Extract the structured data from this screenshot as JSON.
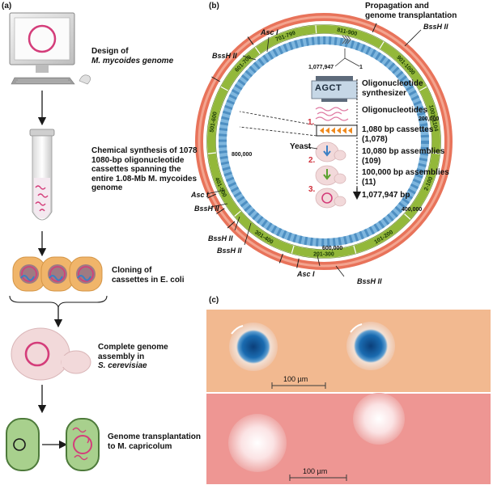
{
  "panels": {
    "a": "(a)",
    "b": "(b)",
    "c": "(c)"
  },
  "panel_a": {
    "step1": {
      "line1": "Design of",
      "line2": "M. mycoides genome"
    },
    "step2": {
      "line1": "Chemical synthesis of 1078",
      "line2": "1080-bp oligonucleotide",
      "line3": "cassettes spanning the",
      "line4": "entire 1.08-Mb M. mycoides",
      "line5": "genome"
    },
    "step3": {
      "line1": "Cloning of",
      "line2": "cassettes in E. coli"
    },
    "step4": {
      "line1": "Complete genome",
      "line2": "assembly in",
      "line3": "S. cerevisiae"
    },
    "step5": {
      "line1": "Genome transplantation",
      "line2": "to M. capricolum"
    }
  },
  "panel_b": {
    "top_title": {
      "line1": "Propagation and",
      "line2": "genome transplantation"
    },
    "enzymes": {
      "bssh_top_right": "BssH II",
      "asc_top_left": "Asc I",
      "bssh_top_left": "BssH II",
      "asc_left": "Asc I",
      "bssh_left1": "BssH II",
      "bssh_left2": "BssH II",
      "bssh_left3": "BssH II",
      "asc_bottom": "Asc I",
      "bssh_bottom": "BssH II"
    },
    "segments": [
      "701-799",
      "811-900",
      "901-1000",
      "1001-1104",
      "2-100",
      "101-200",
      "201-300",
      "301-400",
      "401-500",
      "501-600",
      "601-700"
    ],
    "positions": {
      "p1077947": "1,077,947",
      "p1": "1",
      "p200000": "200,000",
      "p400000": "400,000",
      "p600000": "600,000",
      "p800000": "800,000"
    },
    "synth_letters": "AGCT",
    "yeast": "Yeast",
    "steps": {
      "s1": "1.",
      "s2": "2.",
      "s3": "3."
    },
    "legend": {
      "oligo_synth_1": "Oligonucleotide",
      "oligo_synth_2": "synthesizer",
      "oligos": "Oligonucleotides",
      "cassettes_1": "1,080 bp cassettes",
      "cassettes_2": "(1,078)",
      "assemblies10k_1": "10,080 bp assemblies",
      "assemblies10k_2": "(109)",
      "assemblies100k_1": "100,000 bp assemblies",
      "assemblies100k_2": "(11)",
      "final": "1,077,947 bp"
    }
  },
  "panel_c": {
    "scale_top": "100 µm",
    "scale_bottom": "100 µm"
  },
  "colors": {
    "outer_ring": "#e8735a",
    "green_ring": "#93b83a",
    "blue_ring": "#7eb6de",
    "arrow": "#1a1a1a"
  }
}
